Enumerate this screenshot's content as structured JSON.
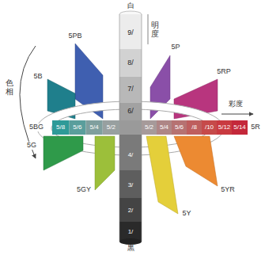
{
  "diagram": {
    "labels": [
      "白",
      "明度",
      "9/",
      "8/",
      "7/",
      "6/",
      "5PB",
      "5P",
      "5RP",
      "色相",
      "5B",
      "彩度",
      "5BG",
      "5/8",
      "5/6",
      "5/4",
      "5/2",
      "5/2",
      "5/4",
      "5/6",
      "/8",
      "/10",
      "5/12",
      "5/14",
      "5R",
      "5G",
      "5YR",
      "4/",
      "5GY",
      "5Y",
      "3/",
      "2/",
      "1/",
      "黒"
    ]
  }
}
